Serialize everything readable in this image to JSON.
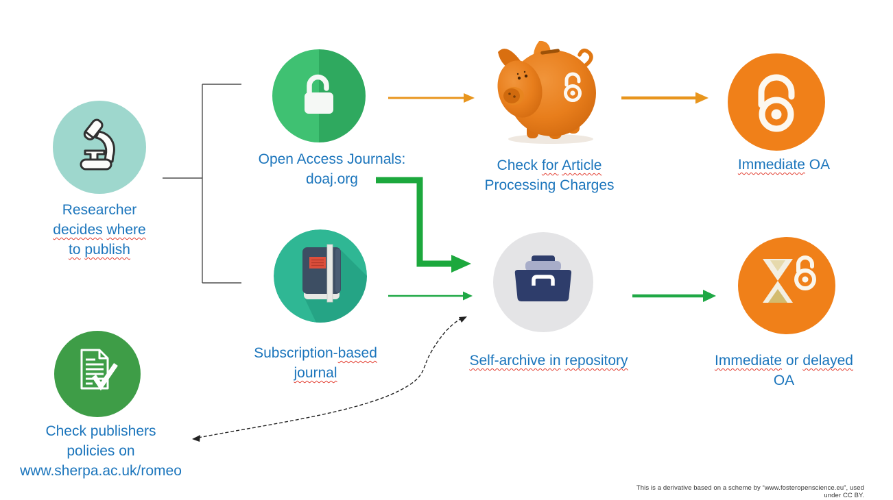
{
  "colors": {
    "label_text": "#1B75BC",
    "misspelling_underline": "#E23B2E",
    "arrow_orange": "#E8951D",
    "arrow_green": "#1FA845",
    "arrow_green_thick": "#1CA83D",
    "connector_black": "#4D4D4D",
    "dashed_arrow": "#222222",
    "researcher_circle": "#9ED7CD",
    "open_lock_circle_left": "#3FC172",
    "open_lock_circle_right": "#2FA95F",
    "journal_circle": "#2FB794",
    "repository_circle": "#E4E4E6",
    "oa_orange": "#F08019",
    "check_circle_green": "#3E9D47",
    "icon_navy": "#2E3D6B",
    "piggy_orange": "#E87E1C"
  },
  "icons": {
    "researcher": "microscope-icon",
    "open_access_journals": "open-padlock-icon",
    "apc_check": "piggy-bank-icon",
    "immediate_oa": "open-access-logo-icon",
    "subscription_journal": "notebook-journal-icon",
    "repository": "archive-box-icon",
    "immediate_delayed": "hourglass-open-access-icon",
    "sherpa": "document-checkmark-icon"
  },
  "nodes": {
    "researcher": {
      "label": [
        [
          {
            "t": "Researcher",
            "m": false
          }
        ],
        [
          {
            "t": "decides",
            "m": true
          },
          {
            "t": " ",
            "m": false
          },
          {
            "t": "where",
            "m": true
          }
        ],
        [
          {
            "t": "to",
            "m": true
          },
          {
            "t": " ",
            "m": false
          },
          {
            "t": "publish",
            "m": true
          }
        ]
      ]
    },
    "open_access_journals": {
      "label": [
        [
          {
            "t": "Open Access Journals:",
            "m": false
          }
        ],
        [
          {
            "t": "doaj.org",
            "m": false
          }
        ]
      ]
    },
    "apc_check": {
      "label": [
        [
          {
            "t": "Check ",
            "m": false
          },
          {
            "t": "for",
            "m": true
          },
          {
            "t": " ",
            "m": false
          },
          {
            "t": "Article",
            "m": true
          }
        ],
        [
          {
            "t": "Processing Charges",
            "m": false
          }
        ]
      ]
    },
    "immediate_oa": {
      "label": [
        [
          {
            "t": "Immediate",
            "m": true
          },
          {
            "t": " OA",
            "m": false
          }
        ]
      ]
    },
    "subscription_journal": {
      "label": [
        [
          {
            "t": "Subscription-",
            "m": false
          },
          {
            "t": "based",
            "m": true
          }
        ],
        [
          {
            "t": "journal",
            "m": true
          }
        ]
      ]
    },
    "repository": {
      "label": [
        [
          {
            "t": "Self-archive in",
            "m": true
          },
          {
            "t": " ",
            "m": false
          },
          {
            "t": "repository",
            "m": true
          }
        ]
      ]
    },
    "immediate_delayed": {
      "label": [
        [
          {
            "t": "Immediate",
            "m": true
          },
          {
            "t": " or ",
            "m": false
          },
          {
            "t": "delayed",
            "m": true
          }
        ],
        [
          {
            "t": "OA",
            "m": false
          }
        ]
      ]
    },
    "sherpa": {
      "label": [
        [
          {
            "t": "Check publishers",
            "m": false
          }
        ],
        [
          {
            "t": "policies on",
            "m": false
          }
        ],
        [
          {
            "t": "www.sherpa.ac.uk/romeo",
            "m": false
          }
        ]
      ]
    }
  },
  "footer": {
    "text": "This is a derivative based on a scheme by “www.fosteropenscience.eu”, used under CC BY."
  }
}
